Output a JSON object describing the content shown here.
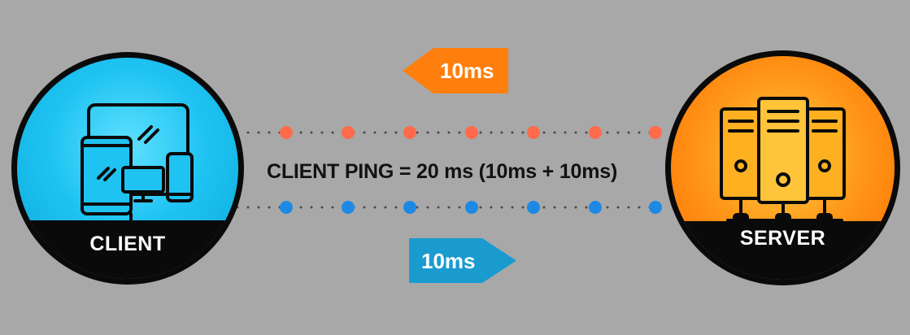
{
  "client": {
    "label": "CLIENT",
    "icon": "devices-icon"
  },
  "server": {
    "label": "SERVER",
    "icon": "server-rack-icon"
  },
  "upstream_latency": {
    "label": "10ms",
    "direction": "left",
    "color": "#ff7f0e"
  },
  "downstream_latency": {
    "label": "10ms",
    "direction": "right",
    "color": "#1a9bd0"
  },
  "ping_caption": "CLIENT PING = 20 ms (10ms + 10ms)",
  "colors": {
    "background": "#a8a8a8",
    "client_fill": "#1fc3f2",
    "server_fill": "#ff8c00",
    "top_dots": "#ff6b4a",
    "bottom_dots": "#1e88e5"
  }
}
